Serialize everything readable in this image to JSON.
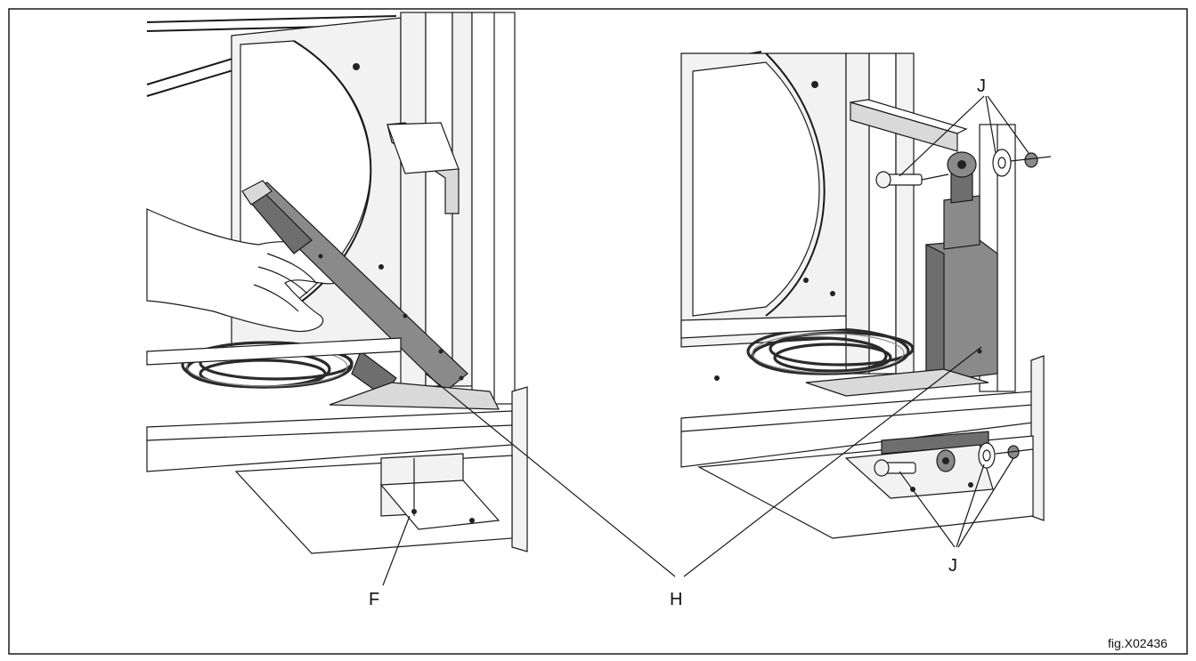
{
  "figure_id": "fig.X02436",
  "callouts": {
    "F": "F",
    "H_left": "H",
    "J_top": "J",
    "J_bottom": "J"
  },
  "colors": {
    "line": "#1a1a1a",
    "actuator": "#8a8a8a",
    "background": "#ffffff"
  }
}
